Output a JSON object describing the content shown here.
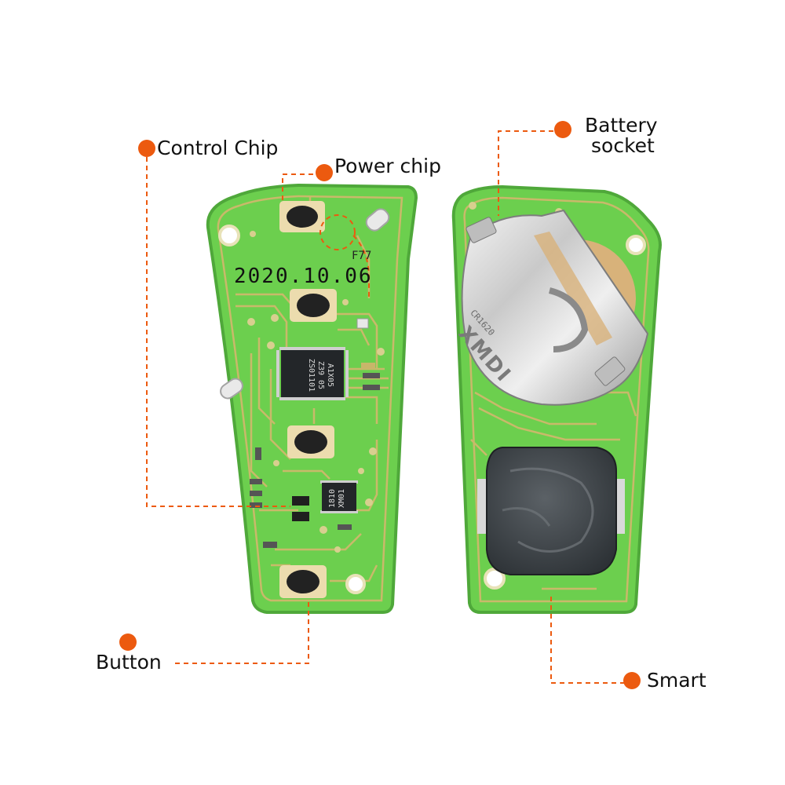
{
  "callouts": {
    "control_chip": "Control Chip",
    "power_chip": "Power chip",
    "battery_socket_line1": "Battery",
    "battery_socket_line2": "socket",
    "button": "Button",
    "smart": "Smart"
  },
  "pcb_front": {
    "date_print": "2020.10.06",
    "mark": "F77",
    "control_chip_marking_1": "A1X05",
    "control_chip_marking_2": "Z39 05",
    "control_chip_marking_3": "ZS01101",
    "power_chip_marking_1": "1810",
    "power_chip_marking_2": "XM01"
  },
  "pcb_back": {
    "battery_clip_brand": "XMDI",
    "battery_clip_code": "CR1620"
  },
  "colors": {
    "accent": "#ec5a0f",
    "pcb_green": "#6ccf4e",
    "pcb_border": "#4fa83a",
    "trace_gold": "#c9b96a"
  }
}
